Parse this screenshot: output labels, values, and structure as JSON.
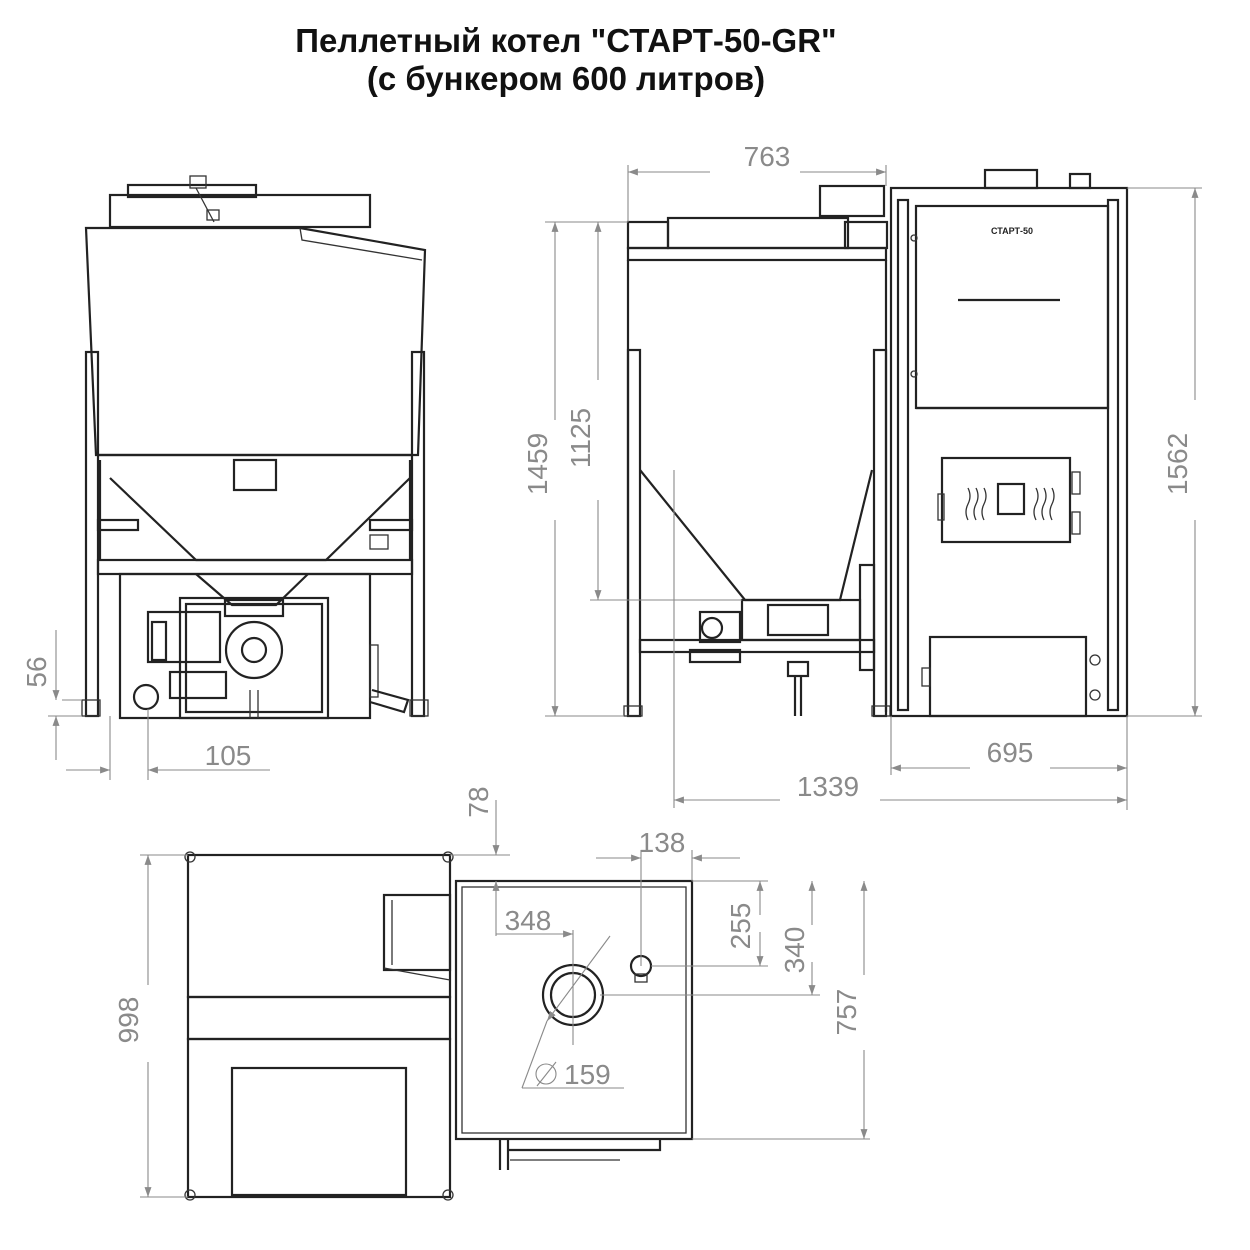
{
  "title": {
    "line1": "Пеллетный котел \"СТАРТ-50-GR\"",
    "line2": "(с бункером 600 литров)"
  },
  "boiler_label": "СТАРТ-50",
  "dimensions": {
    "front_56": "56",
    "front_105": "105",
    "side_763": "763",
    "side_1459": "1459",
    "side_1125": "1125",
    "side_1562": "1562",
    "side_695": "695",
    "side_1339": "1339",
    "top_78": "78",
    "top_138": "138",
    "top_348": "348",
    "top_255": "255",
    "top_340": "340",
    "top_757": "757",
    "top_998": "998",
    "top_159": "159"
  }
}
